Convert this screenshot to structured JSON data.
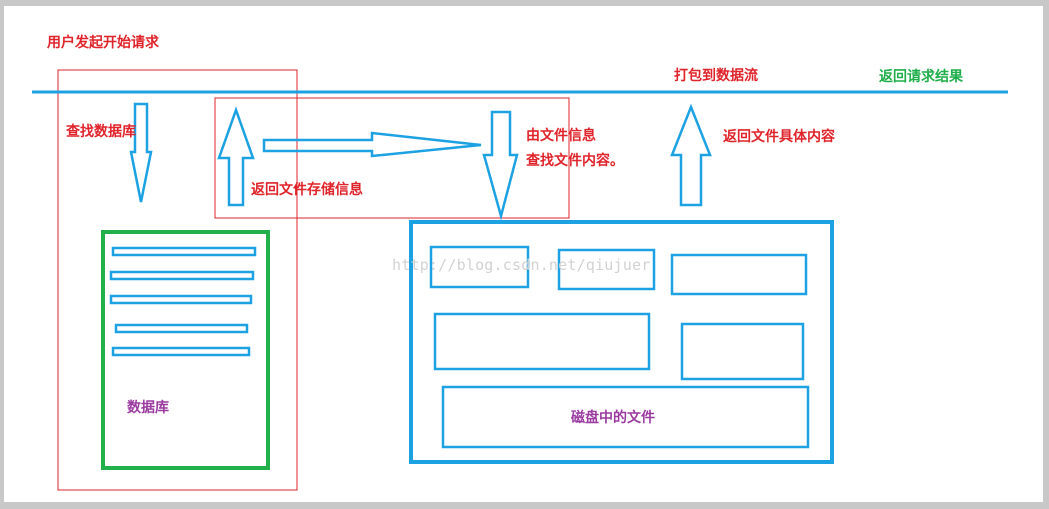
{
  "labels": {
    "user_request": "用户发起开始请求",
    "query_db": "查找数据库",
    "return_storage_info": "返回文件存储信息",
    "by_file_info_line1": "由文件信息",
    "by_file_info_line2": "查找文件内容。",
    "pack_stream": "打包到数据流",
    "return_result": "返回请求结果",
    "return_content": "返回文件具体内容",
    "database": "数据库",
    "disk_files": "磁盘中的文件"
  },
  "watermark": "http://blog.csdn.net/qiujuer",
  "colors": {
    "flow_blue": "#1ca1e3",
    "db_green": "#22b04a",
    "highlight_red": "#e0242b",
    "text_purple": "#9b3ba0",
    "text_green": "#1fae4a",
    "background_gray": "#c8c8c8"
  }
}
